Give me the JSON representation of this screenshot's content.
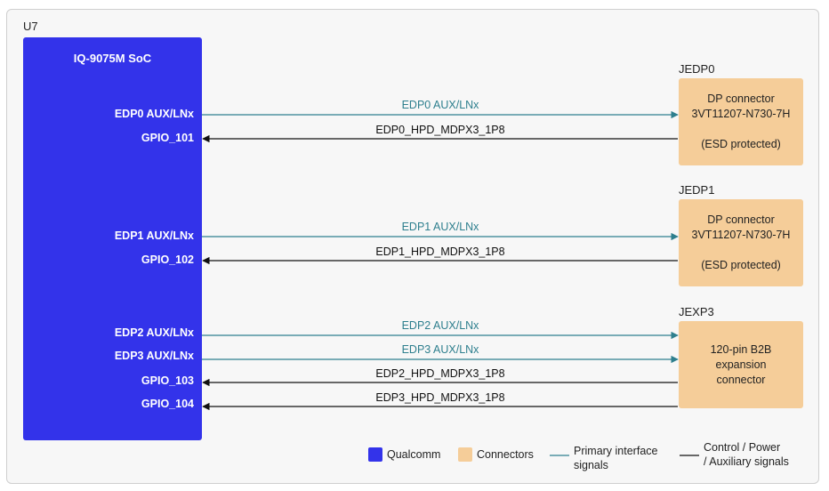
{
  "soc": {
    "ref": "U7",
    "title": "IQ-9075M SoC",
    "pins": [
      "EDP0 AUX/LNx",
      "GPIO_101",
      "EDP1 AUX/LNx",
      "GPIO_102",
      "EDP2 AUX/LNx",
      "EDP3 AUX/LNx",
      "GPIO_103",
      "GPIO_104"
    ]
  },
  "connectors": [
    {
      "ref": "JEDP0",
      "lines": [
        "DP connector",
        "3VT11207-N730-7H",
        "",
        "(ESD protected)"
      ]
    },
    {
      "ref": "JEDP1",
      "lines": [
        "DP connector",
        "3VT11207-N730-7H",
        "",
        "(ESD protected)"
      ]
    },
    {
      "ref": "JEXP3",
      "lines": [
        "120-pin B2B",
        "expansion",
        "connector"
      ]
    }
  ],
  "signals": [
    {
      "label": "EDP0 AUX/LNx",
      "kind": "primary",
      "direction": "to-connector"
    },
    {
      "label": "EDP0_HPD_MDPX3_1P8",
      "kind": "control",
      "direction": "to-soc"
    },
    {
      "label": "EDP1 AUX/LNx",
      "kind": "primary",
      "direction": "to-connector"
    },
    {
      "label": "EDP1_HPD_MDPX3_1P8",
      "kind": "control",
      "direction": "to-soc"
    },
    {
      "label": "EDP2 AUX/LNx",
      "kind": "primary",
      "direction": "to-connector"
    },
    {
      "label": "EDP3 AUX/LNx",
      "kind": "primary",
      "direction": "to-connector"
    },
    {
      "label": "EDP2_HPD_MDPX3_1P8",
      "kind": "control",
      "direction": "to-soc"
    },
    {
      "label": "EDP3_HPD_MDPX3_1P8",
      "kind": "control",
      "direction": "to-soc"
    }
  ],
  "legend": {
    "qualcomm": "Qualcomm",
    "connectors": "Connectors",
    "primary": [
      "Primary interface",
      "signals"
    ],
    "control": [
      "Control / Power",
      "/ Auxiliary signals"
    ]
  },
  "colors": {
    "qualcomm": "#3333ea",
    "connector": "#f5cd99",
    "primary_line": "#2e7f8e",
    "control_line": "#111111"
  }
}
